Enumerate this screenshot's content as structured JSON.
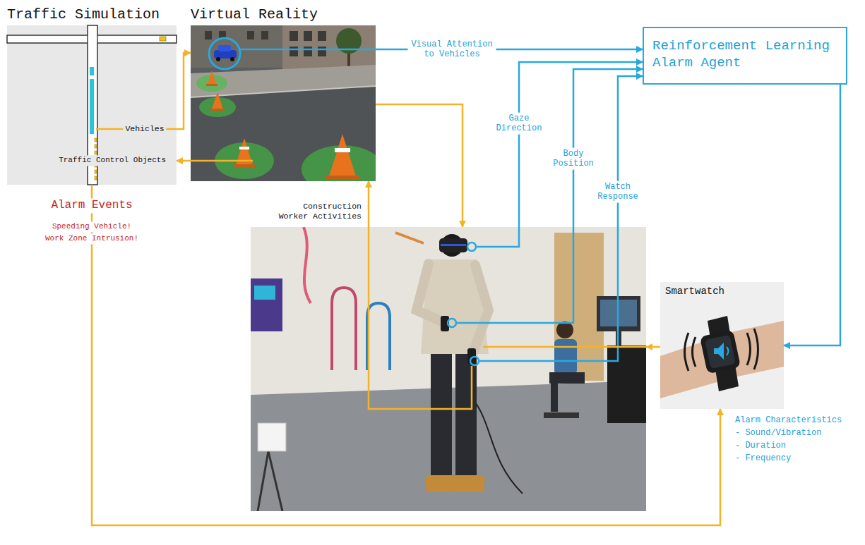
{
  "diagram": {
    "nodes": [
      {
        "text": [
          "Traffic Simulation"
        ]
      },
      {
        "text": [
          "Virtual Reality"
        ]
      },
      {
        "text": [
          "Reinforcement Learning Alarm Agent"
        ]
      },
      {
        "text": [
          "Construction Worker Activities"
        ]
      },
      {
        "text": [
          "Smartwatch"
        ]
      }
    ],
    "edges": [
      {
        "from": 0,
        "to": 1,
        "arrow": "to",
        "label": "Vehicles"
      },
      {
        "from": 1,
        "to": 0,
        "arrow": "to",
        "label": "Traffic Control Objects"
      },
      {
        "from": 1,
        "to": 3,
        "arrow": "to"
      },
      {
        "from": 3,
        "to": 1,
        "arrow": "to"
      },
      {
        "from": 1,
        "to": 2,
        "arrow": "to",
        "label": "Visual Attention to Vehicles"
      },
      {
        "from": 3,
        "to": 2,
        "arrow": "to",
        "label": "Gaze Direction"
      },
      {
        "from": 3,
        "to": 2,
        "arrow": "to",
        "label": "Body Position"
      },
      {
        "from": 3,
        "to": 2,
        "arrow": "to",
        "label": "Watch Response"
      },
      {
        "from": 2,
        "to": 4,
        "arrow": "to"
      },
      {
        "from": 4,
        "to": 3,
        "arrow": "to"
      },
      {
        "from": 0,
        "to": 4,
        "arrow": "to",
        "label": "Alarm Events"
      }
    ],
    "labels": [
      "Speeding Vehicle!",
      "Work Zone Intrusion!",
      "Alarm Characteristics",
      "- Sound/Vibration",
      "- Duration",
      "- Frequency"
    ]
  }
}
